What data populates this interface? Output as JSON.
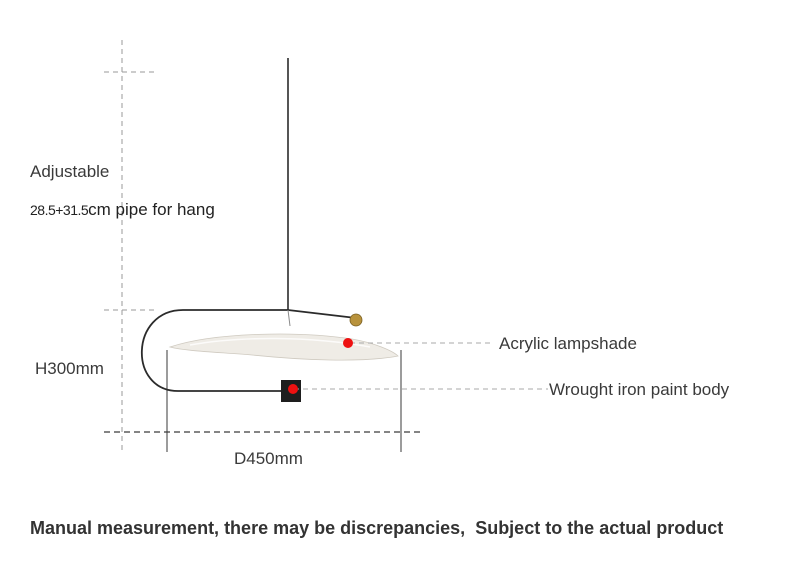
{
  "labels": {
    "adjustable": "Adjustable",
    "pipe_numbers": "28.5+31.5",
    "pipe_unit_text": "cm pipe for hang",
    "height": "H300mm",
    "diameter": "D450mm",
    "lampshade": "Acrylic lampshade",
    "body": "Wrought iron paint body"
  },
  "note": {
    "part1": "Manual measurement, there may be discrepancies,",
    "part2": "Subject to the actual product"
  },
  "colors": {
    "line": "#2b2b2b",
    "dash": "#9a9a9a",
    "marker": "#ee1111",
    "brass": "#b8923c",
    "shade": "#efece6"
  }
}
